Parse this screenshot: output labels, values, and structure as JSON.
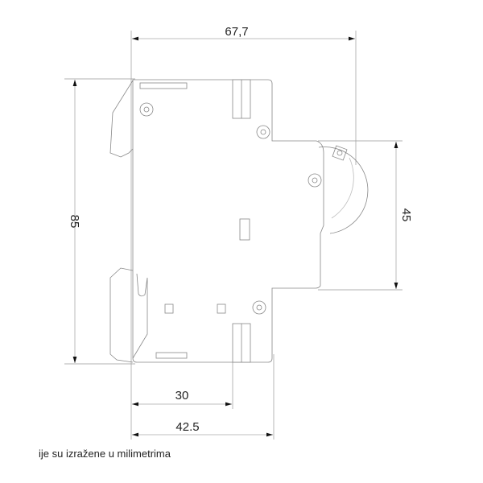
{
  "drawing": {
    "dimensions": {
      "overall_depth": "67,7",
      "height": "85",
      "front_height": "45",
      "rail_to_front": "30",
      "rail_to_back": "42.5"
    },
    "caption": "ije su izražene u milimetrima"
  }
}
